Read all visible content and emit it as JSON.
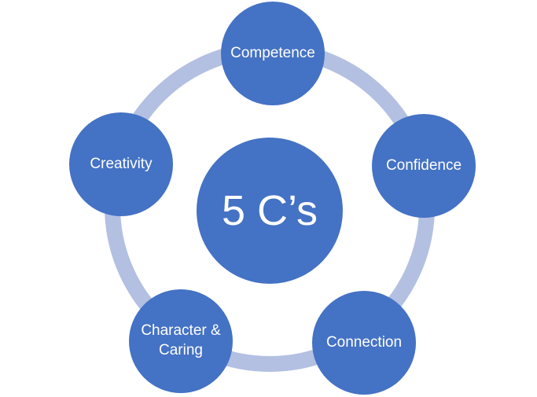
{
  "diagram": {
    "type": "radial-cycle",
    "center": {
      "label": "5 C’s"
    },
    "nodes": [
      {
        "id": "competence",
        "label": "Competence",
        "position": "top"
      },
      {
        "id": "confidence",
        "label": "Confidence",
        "position": "right"
      },
      {
        "id": "connection",
        "label": "Connection",
        "position": "bottom-right"
      },
      {
        "id": "character-caring",
        "label": "Character & Caring",
        "position": "bottom-left"
      },
      {
        "id": "creativity",
        "label": "Creativity",
        "position": "left"
      }
    ]
  },
  "colors": {
    "node_fill": "#4472C4",
    "ring": "#B3C0E2",
    "label_text": "#FFFFFF",
    "background": "#FFFFFF"
  }
}
